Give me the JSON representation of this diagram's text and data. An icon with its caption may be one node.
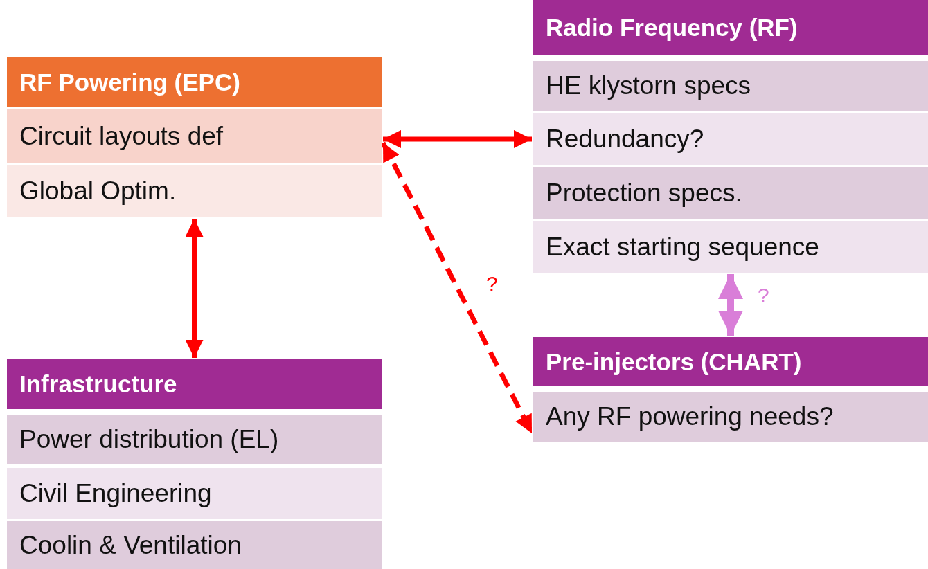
{
  "diagram": {
    "nodes": [
      {
        "text": [
          "RF Powering (EPC)"
        ]
      },
      {
        "text": [
          "Circuit layouts def"
        ],
        "in": 0
      },
      {
        "text": [
          "Global Optim."
        ],
        "in": 0
      },
      {
        "text": [
          "Radio Frequency (RF)"
        ]
      },
      {
        "text": [
          "HE klystorn specs"
        ],
        "in": 3
      },
      {
        "text": [
          "Redundancy?"
        ],
        "in": 3
      },
      {
        "text": [
          "Protection specs."
        ],
        "in": 3
      },
      {
        "text": [
          "Exact starting sequence"
        ],
        "in": 3
      },
      {
        "text": [
          "Infrastructure"
        ]
      },
      {
        "text": [
          "Power distribution (EL)"
        ],
        "in": 8
      },
      {
        "text": [
          "Civil Engineering"
        ],
        "in": 8
      },
      {
        "text": [
          "Coolin & Ventilation"
        ],
        "in": 8
      },
      {
        "text": [
          "Pre-injectors (CHART)"
        ]
      },
      {
        "text": [
          "Any RF powering needs?"
        ],
        "in": 12
      }
    ],
    "edges": [
      {
        "from": 1,
        "to": 5,
        "arrow": "both"
      },
      {
        "from": 1,
        "to": 12,
        "arrow": "both",
        "label": "?",
        "style": "dashed"
      },
      {
        "from": 0,
        "to": 8,
        "arrow": "both"
      },
      {
        "from": 3,
        "to": 12,
        "arrow": "both",
        "label": "?",
        "color": "#d97ed8"
      }
    ]
  }
}
